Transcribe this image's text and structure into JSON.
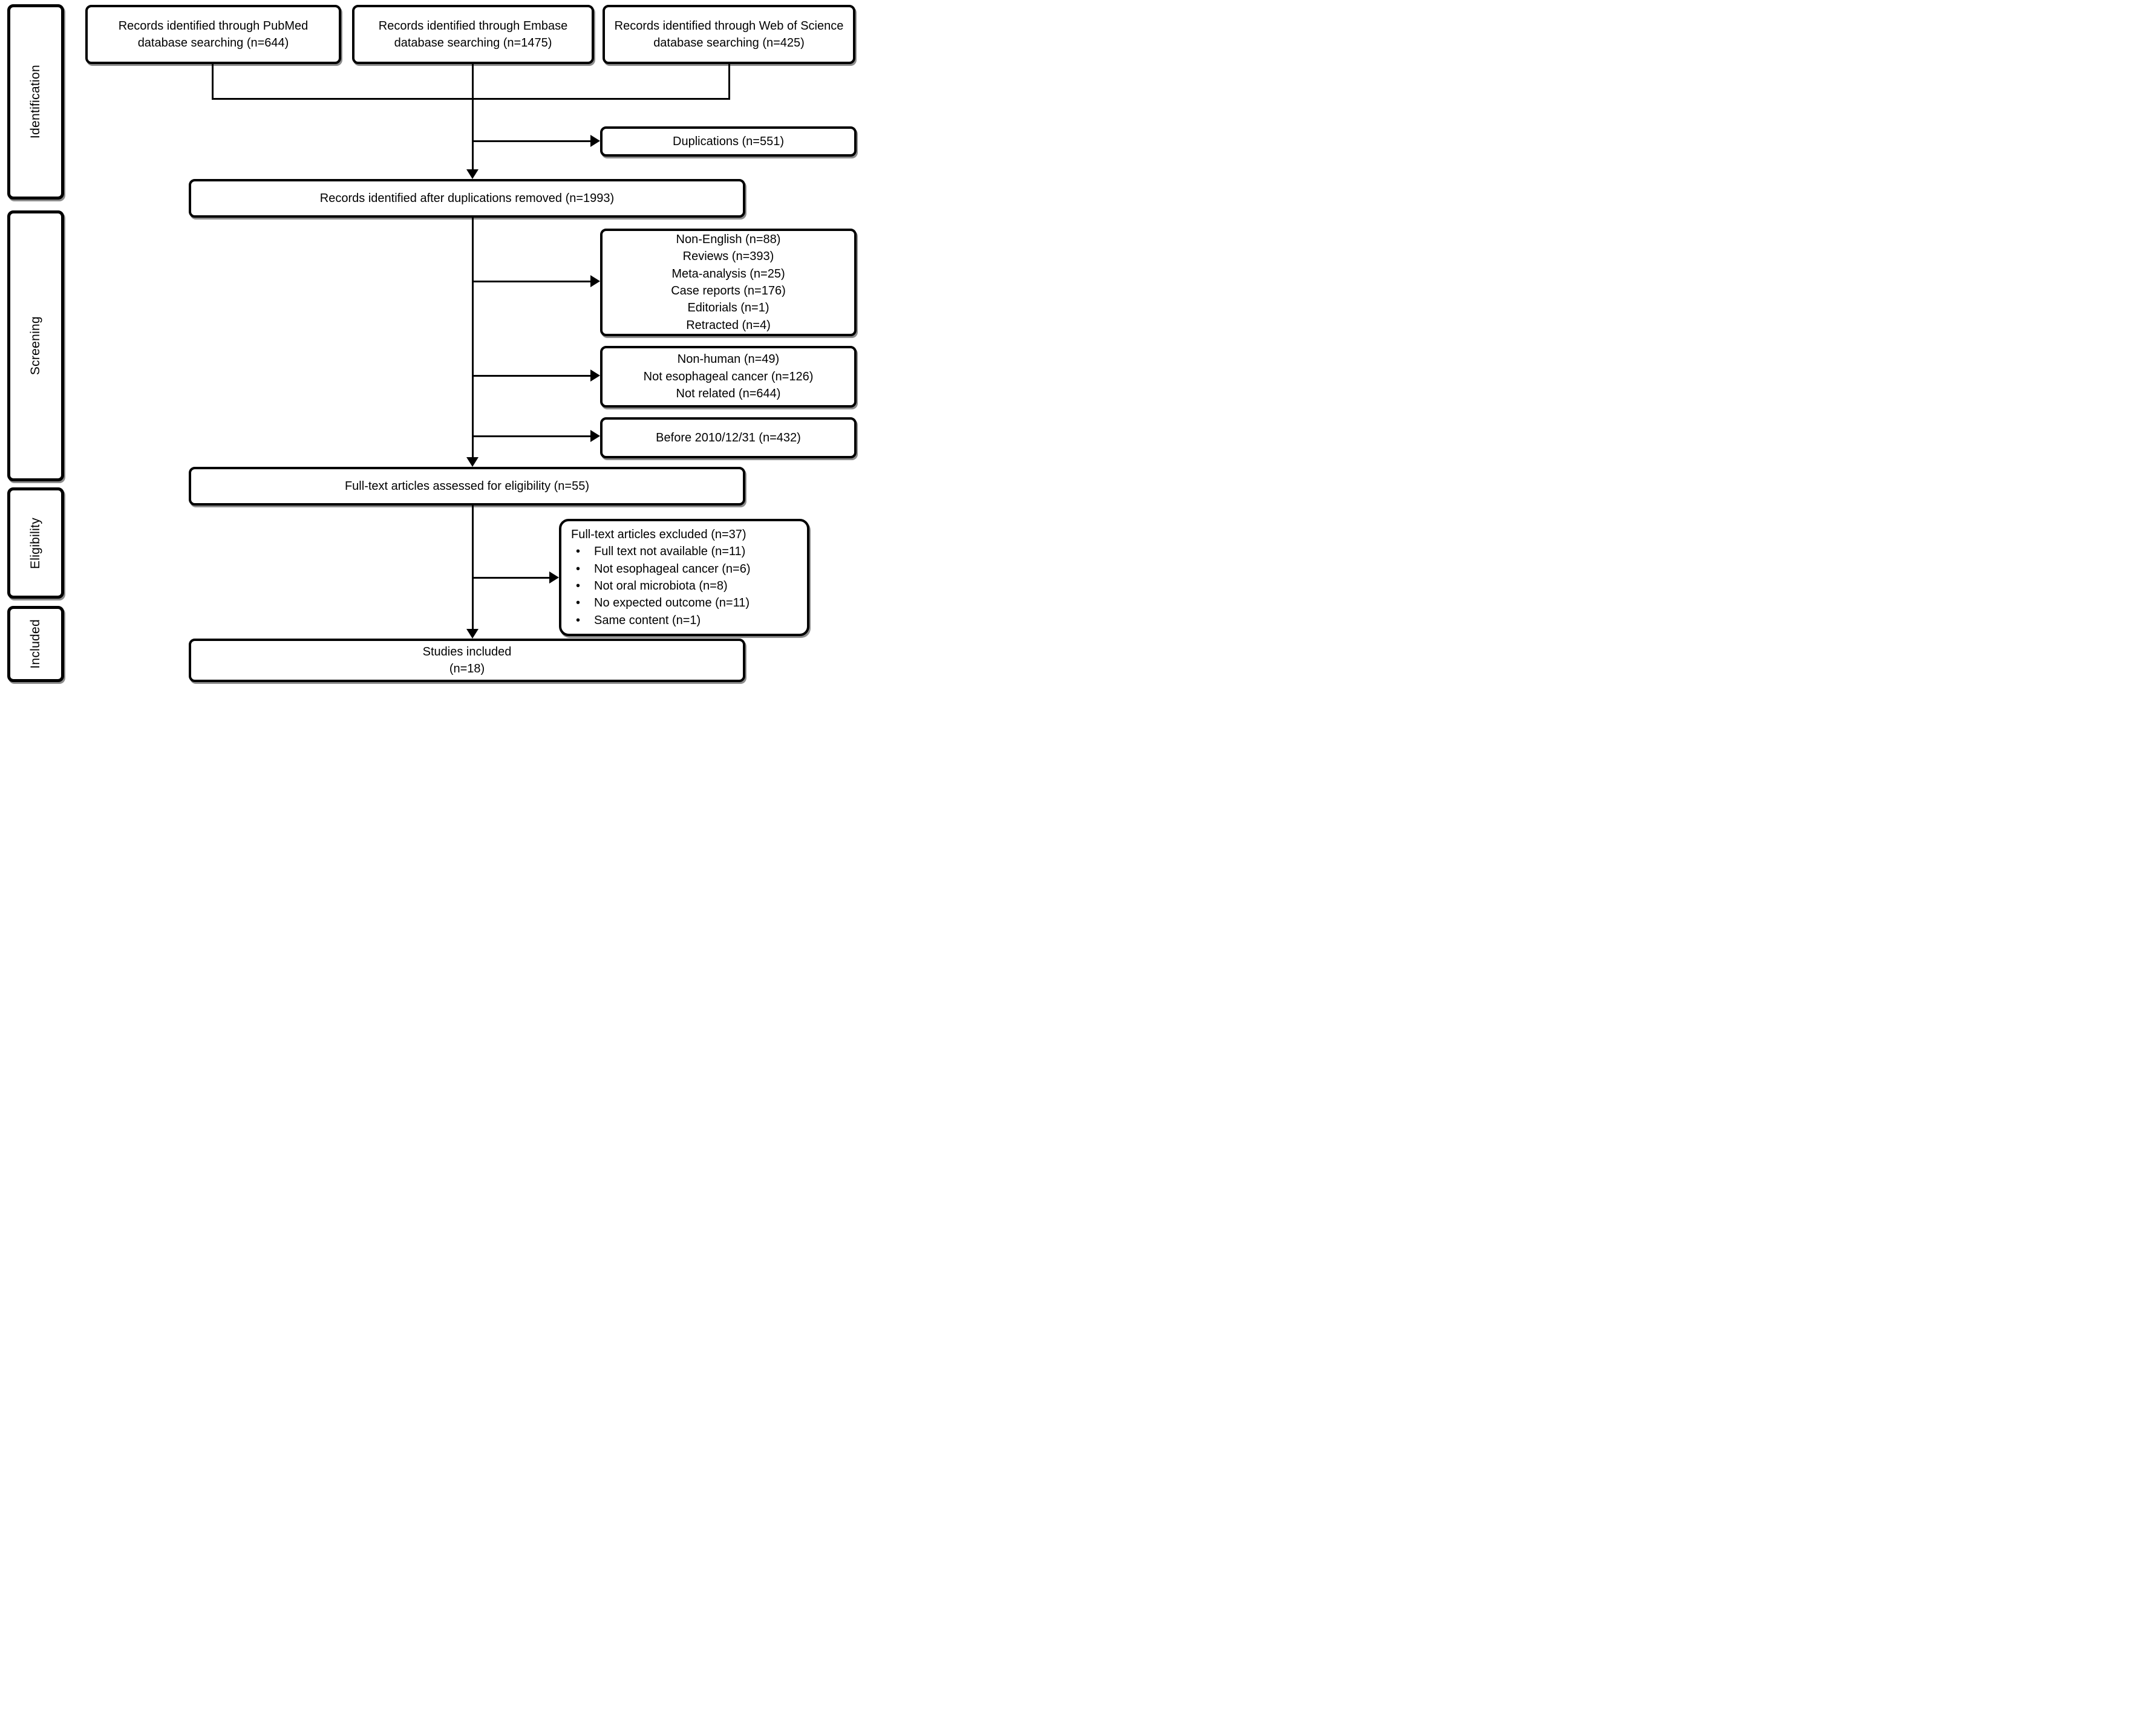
{
  "colors": {
    "stroke": "#000000",
    "background": "#ffffff"
  },
  "stages": [
    {
      "label": "Identification"
    },
    {
      "label": "Screening"
    },
    {
      "label": "Eligibility"
    },
    {
      "label": "Included"
    }
  ],
  "identification": {
    "sources": [
      {
        "text": "Records identified through PubMed database searching (n=644)"
      },
      {
        "text": "Records identified through Embase database searching (n=1475)"
      },
      {
        "text": "Records identified through Web of Science database searching (n=425)"
      }
    ],
    "duplications": {
      "text": "Duplications (n=551)"
    },
    "after_duplications": {
      "text": "Records identified after duplications removed (n=1993)"
    }
  },
  "screening": {
    "exclusion_boxes": [
      {
        "lines": [
          "Non-English (n=88)",
          "Reviews (n=393)",
          "Meta-analysis (n=25)",
          "Case reports (n=176)",
          "Editorials (n=1)",
          "Retracted (n=4)"
        ]
      },
      {
        "lines": [
          "Non-human (n=49)",
          "Not esophageal cancer (n=126)",
          "Not related (n=644)"
        ]
      },
      {
        "lines": [
          "Before 2010/12/31 (n=432)"
        ]
      }
    ],
    "fulltext_assessed": {
      "text": "Full-text articles assessed for eligibility (n=55)"
    }
  },
  "eligibility": {
    "fulltext_excluded": {
      "title": "Full-text articles excluded (n=37)",
      "items": [
        "Full text not available (n=11)",
        "Not esophageal cancer (n=6)",
        "Not oral microbiota (n=8)",
        "No expected outcome (n=11)",
        "Same content (n=1)"
      ]
    }
  },
  "included": {
    "studies_included": {
      "lines": [
        "Studies included",
        "(n=18)"
      ]
    }
  }
}
